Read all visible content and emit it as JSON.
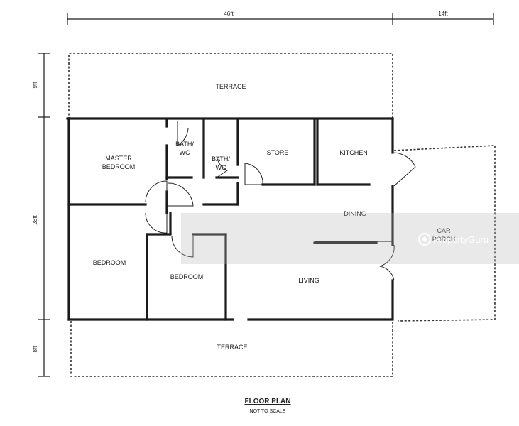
{
  "dimensions": {
    "top_left": "46ft",
    "top_right": "14ft",
    "left_top": "9ft",
    "left_mid": "28ft",
    "left_bottom": "8ft"
  },
  "rooms": {
    "terrace_top": "TERRACE",
    "master_bedroom_line1": "MASTER",
    "master_bedroom_line2": "BEDROOM",
    "bath1_line1": "BATH/",
    "bath1_line2": "WC",
    "bath2_line1": "BATH/",
    "bath2_line2": "WC",
    "store": "STORE",
    "kitchen": "KITCHEN",
    "dining": "DINING",
    "car_porch_line1": "CAR",
    "car_porch_line2": "PORCH",
    "bedroom_left": "BEDROOM",
    "bedroom_mid": "BEDROOM",
    "living": "LIVING",
    "terrace_bottom": "TERRACE"
  },
  "caption": {
    "title": "FLOOR PLAN",
    "subtitle": "NOT TO SCALE"
  },
  "watermark": {
    "text": "PropertyGuru",
    "icon": "propertyguru-logo-icon"
  }
}
